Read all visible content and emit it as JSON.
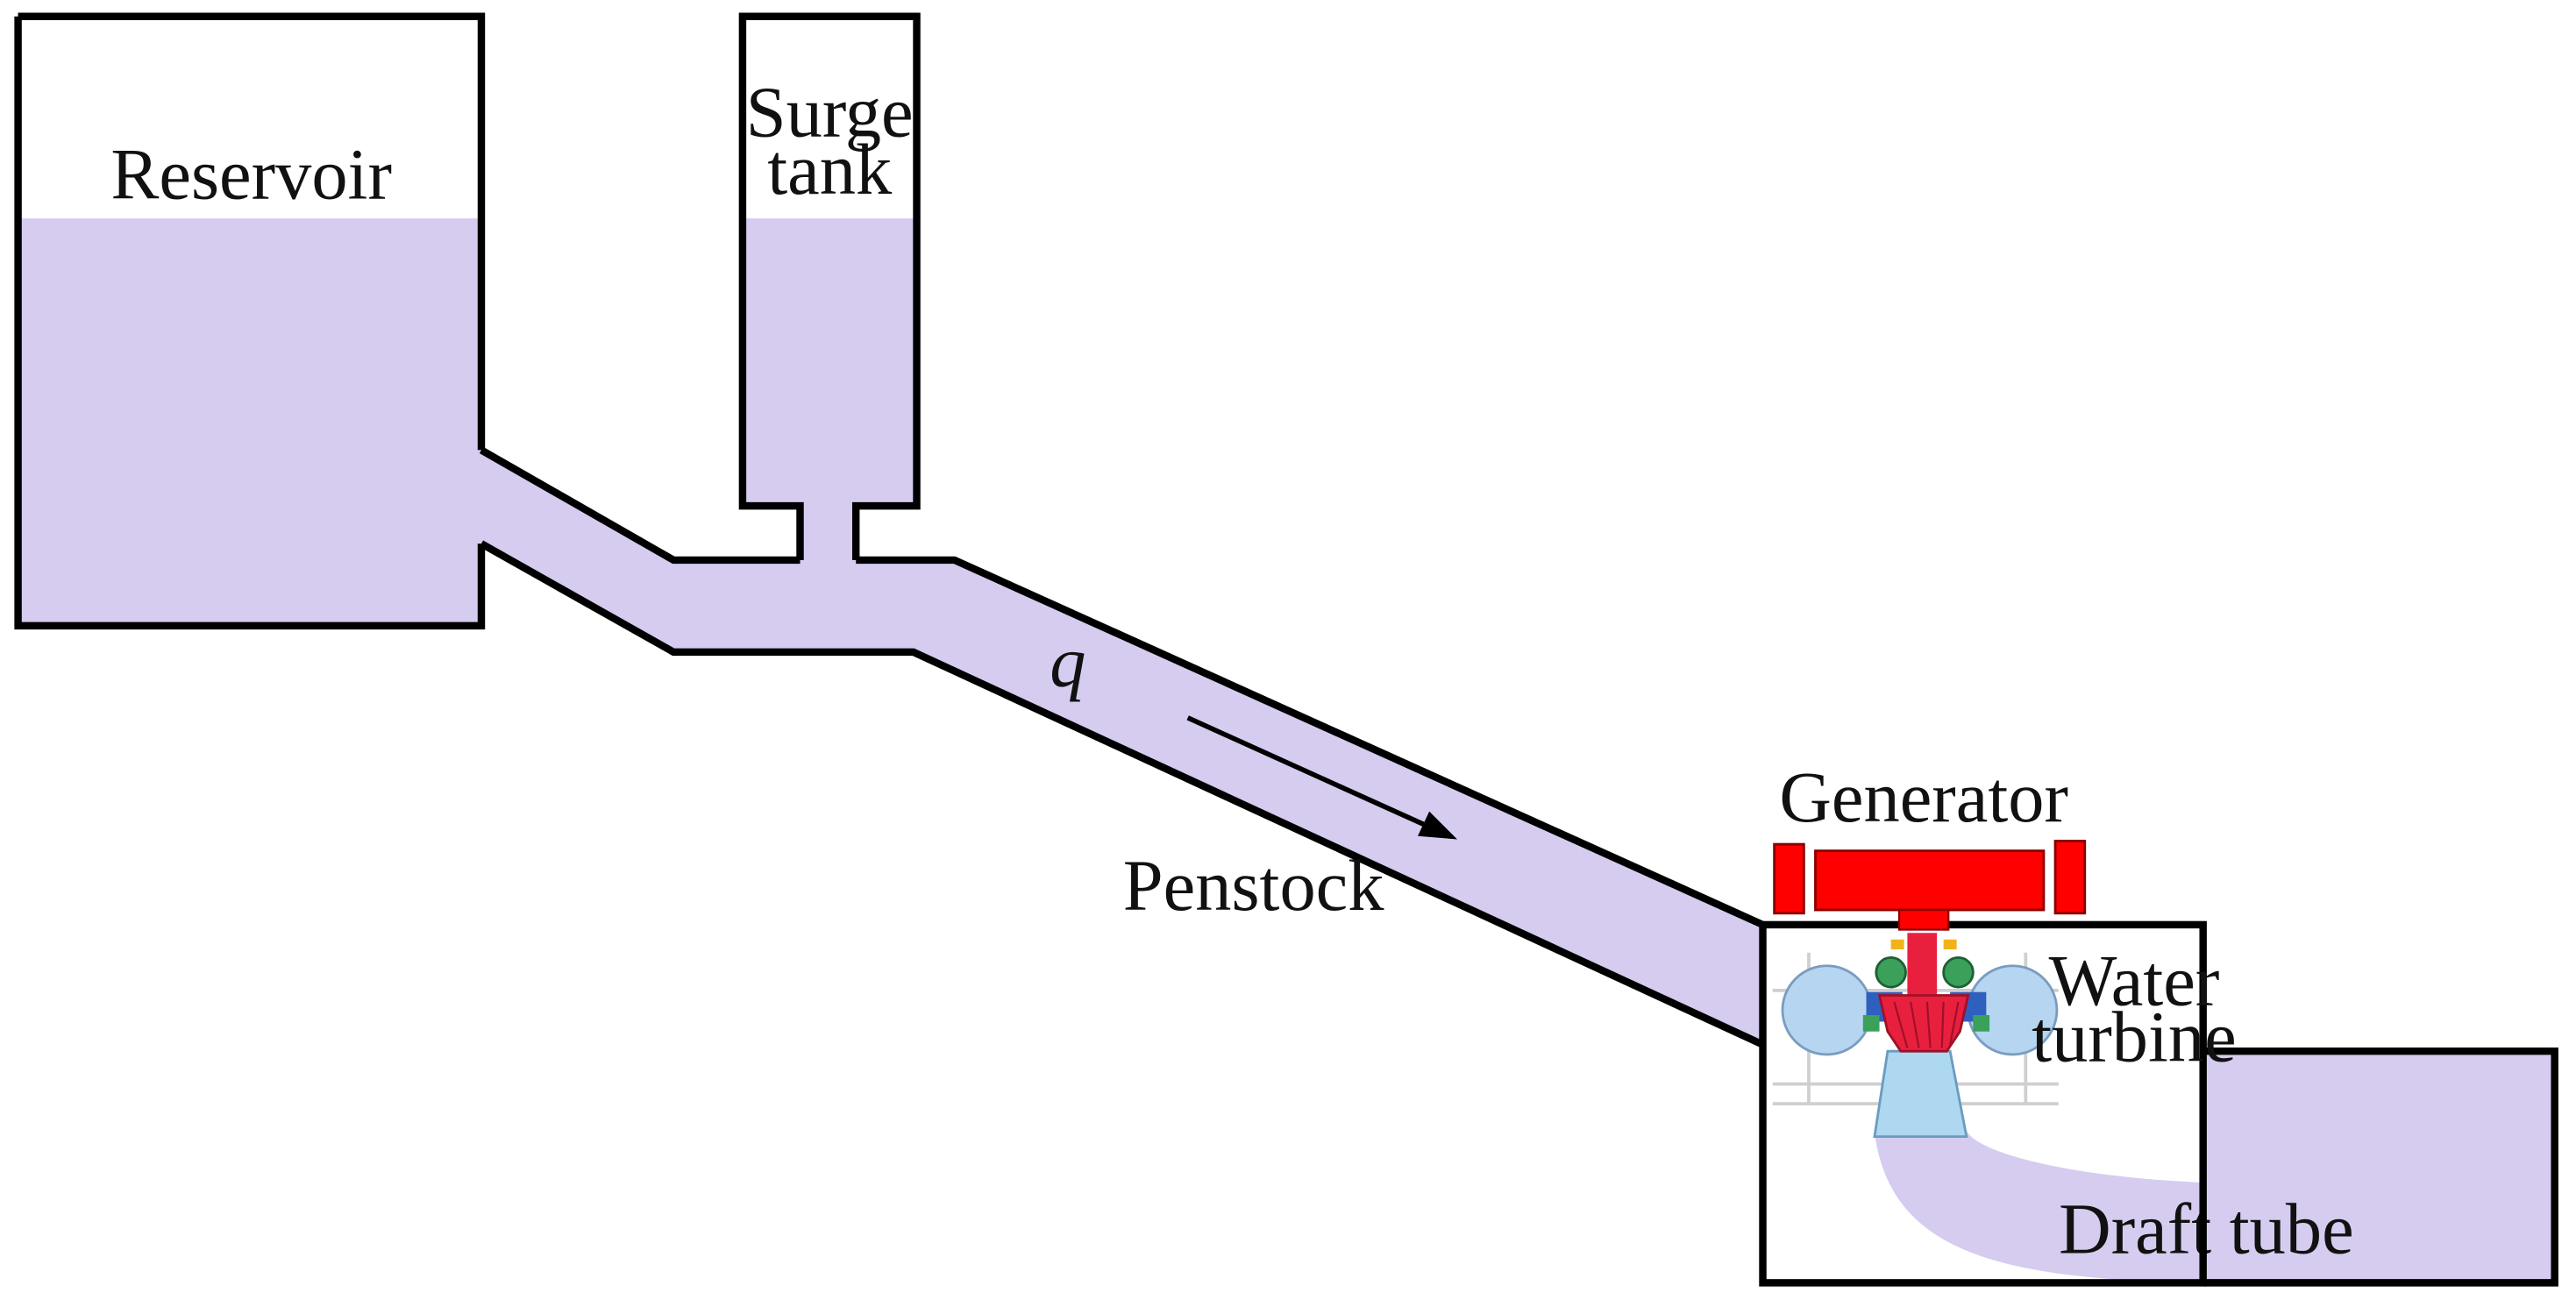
{
  "labels": {
    "reservoir": "Reservoir",
    "surge_tank_line1": "Surge",
    "surge_tank_line2": "tank",
    "flow_symbol": "q",
    "penstock": "Penstock",
    "generator": "Generator",
    "water_turbine_line1": "Water",
    "water_turbine_line2": "turbine",
    "draft_tube": "Draft tube"
  },
  "colors": {
    "water": "#d5ccef",
    "outline": "#000000",
    "generator": "#ff0000",
    "runner": "#e8203e",
    "spiral_case": "#b5d5f0",
    "guide_vane": "#2f5fbf",
    "servo_green": "#3aa05a",
    "draft_cone": "#aed8f0"
  },
  "icons": {
    "flow_arrow": "arrow-right-down-icon"
  }
}
